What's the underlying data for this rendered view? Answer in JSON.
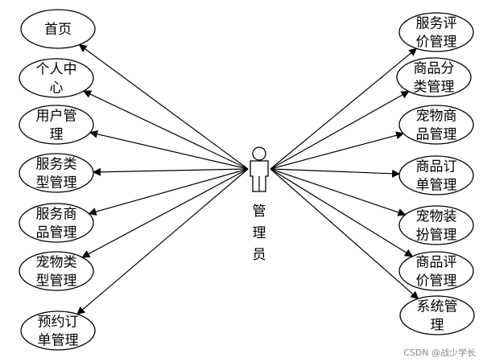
{
  "actor": {
    "name_lines": [
      "管",
      "理",
      "员"
    ]
  },
  "left_use_cases": [
    {
      "lines": [
        "首页"
      ]
    },
    {
      "lines": [
        "个人中",
        "心"
      ]
    },
    {
      "lines": [
        "用户管",
        "理"
      ]
    },
    {
      "lines": [
        "服务类",
        "型管理"
      ]
    },
    {
      "lines": [
        "服务商",
        "品管理"
      ]
    },
    {
      "lines": [
        "宠物类",
        "型管理"
      ]
    },
    {
      "lines": [
        "预约订",
        "单管理"
      ]
    }
  ],
  "right_use_cases": [
    {
      "lines": [
        "服务评",
        "价管理"
      ]
    },
    {
      "lines": [
        "商品分",
        "类管理"
      ]
    },
    {
      "lines": [
        "宠物商",
        "品管理"
      ]
    },
    {
      "lines": [
        "商品订",
        "单管理"
      ]
    },
    {
      "lines": [
        "宠物装",
        "扮管理"
      ]
    },
    {
      "lines": [
        "商品评",
        "价管理"
      ]
    },
    {
      "lines": [
        "系统管",
        "理"
      ]
    }
  ],
  "watermark": "CSDN @战少学长"
}
